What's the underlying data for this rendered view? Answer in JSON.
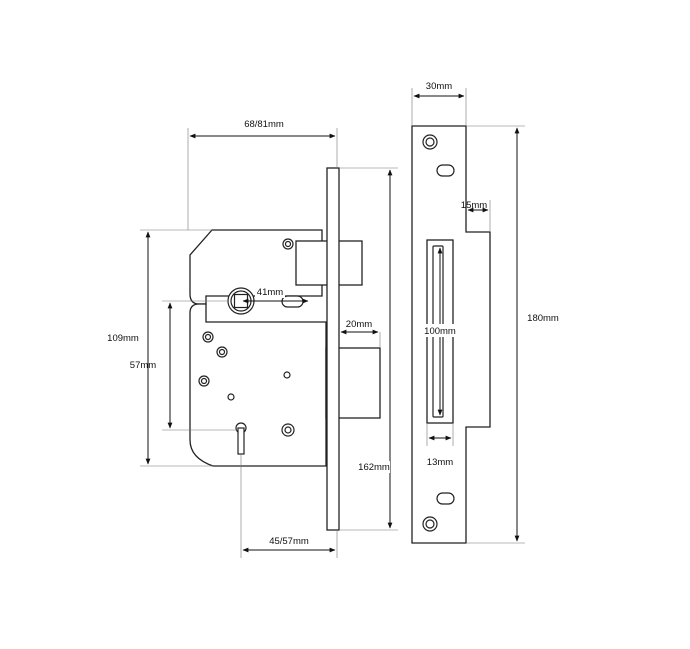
{
  "dimensions": {
    "lock_width": "68/81mm",
    "strike_width": "30mm",
    "strike_lip": "15mm",
    "backset_label": "41mm",
    "bolt_throw": "20mm",
    "case_height": "109mm",
    "centres": "57mm",
    "slot_length": "100mm",
    "strike_height": "180mm",
    "slot_width": "13mm",
    "forend_height": "162mm",
    "backset": "45/57mm"
  },
  "colors": {
    "line": "#222222",
    "background": "#ffffff"
  }
}
